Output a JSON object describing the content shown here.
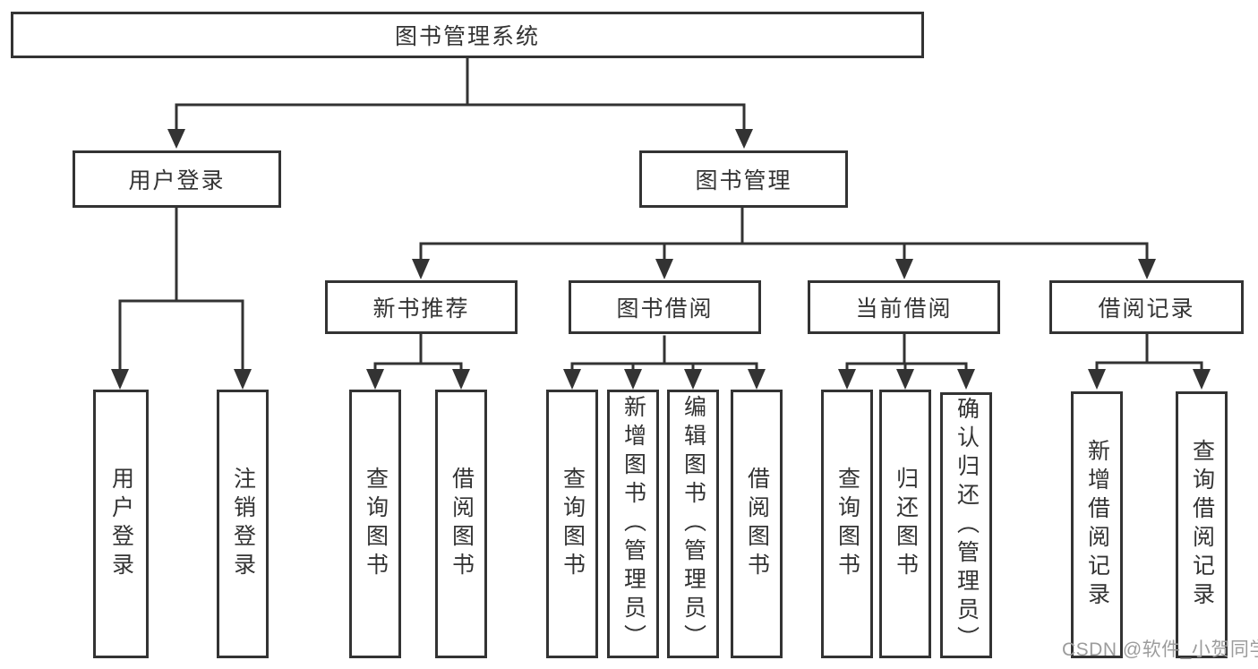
{
  "diagram": {
    "title_node": {
      "label": "图书管理系统"
    },
    "level2": {
      "user_login": {
        "label": "用户登录"
      },
      "book_mgmt": {
        "label": "图书管理"
      }
    },
    "level3": {
      "new_books": {
        "label": "新书推荐"
      },
      "book_borrow": {
        "label": "图书借阅"
      },
      "current_borrow": {
        "label": "当前借阅"
      },
      "borrow_records": {
        "label": "借阅记录"
      }
    },
    "leaves": {
      "user_login_leaf": {
        "label": "用户登录"
      },
      "logout_leaf": {
        "label": "注销登录"
      },
      "query_books_new": {
        "label": "查询图书"
      },
      "borrow_books_new": {
        "label": "借阅图书"
      },
      "query_books_borrow": {
        "label": "查询图书"
      },
      "add_books_admin": {
        "label": "新增图书（管理员）"
      },
      "edit_books_admin": {
        "label": "编辑图书（管理员）"
      },
      "borrow_books_borrow": {
        "label": "借阅图书"
      },
      "query_books_current": {
        "label": "查询图书"
      },
      "return_books": {
        "label": "归还图书"
      },
      "confirm_return_admin": {
        "label": "确认归还（管理员）"
      },
      "add_borrow_record": {
        "label": "新增借阅记录"
      },
      "query_borrow_record": {
        "label": "查询借阅记录"
      }
    },
    "colors": {
      "line": "#333333",
      "box_background": "#ffffff",
      "text": "#333333",
      "watermark": "#9c9c9c"
    }
  },
  "watermark": {
    "text": "CSDN @软件_小贺同学"
  }
}
